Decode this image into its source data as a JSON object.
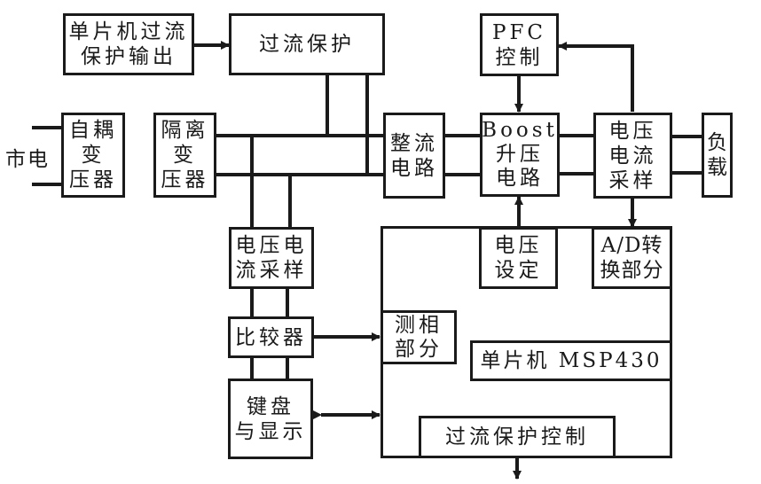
{
  "diagram": {
    "mains_label": "市电",
    "blocks": {
      "mcu_overcurrent_output": [
        "单片机过流",
        "保护输出"
      ],
      "overcurrent_protection": [
        "过流保护"
      ],
      "autotransformer": [
        "自耦",
        "变",
        "压器"
      ],
      "isolation_transformer": [
        "隔离",
        "变",
        "压器"
      ],
      "rectifier": [
        "整流",
        "电路"
      ],
      "pfc_control": [
        "PFC",
        "控制"
      ],
      "boost": [
        "Boost",
        "升压",
        "电路"
      ],
      "vi_sampling_output": [
        "电压",
        "电流",
        "采样"
      ],
      "load": [
        "负",
        "载"
      ],
      "vi_sampling_input": [
        "电压电",
        "流采样"
      ],
      "comparator": [
        "比较器"
      ],
      "keyboard_display": [
        "键盘",
        "与显示"
      ],
      "mcu": [
        "单片机 MSP430"
      ],
      "phase_detect": [
        "测相",
        "部分"
      ],
      "voltage_setting": [
        "电压",
        "设定"
      ],
      "ad_conversion": [
        "A/D转",
        "换部分"
      ],
      "overcurrent_control": [
        "过流保护控制"
      ]
    }
  }
}
